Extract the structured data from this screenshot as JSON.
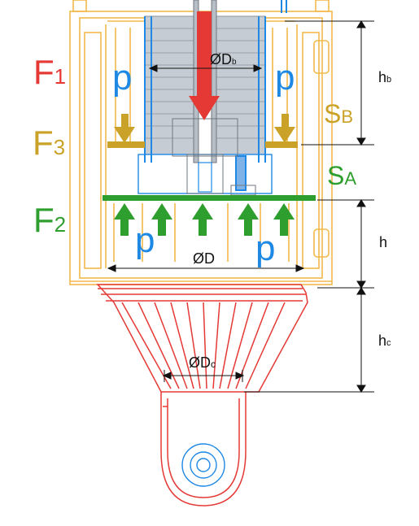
{
  "forces": {
    "f1": {
      "letter": "F",
      "sub": "1",
      "color": "#e53935"
    },
    "f3": {
      "letter": "F",
      "sub": "3",
      "color": "#c9a227"
    },
    "f2": {
      "letter": "F",
      "sub": "2",
      "color": "#2e9e2e"
    }
  },
  "pressure": {
    "symbol": "p",
    "color": "#1e88e5"
  },
  "surfaces": {
    "sb": {
      "letter": "S",
      "sub": "B",
      "color": "#c9a227"
    },
    "sa": {
      "letter": "S",
      "sub": "A",
      "color": "#2e9e2e"
    }
  },
  "dimensions": {
    "hb": {
      "letter": "h",
      "sub": "b"
    },
    "h": {
      "letter": "h"
    },
    "hc": {
      "letter": "h",
      "sub": "c"
    }
  },
  "diameters": {
    "db": {
      "symbol": "ØD",
      "sub": "b"
    },
    "d": {
      "symbol": "ØD"
    },
    "dc": {
      "symbol": "ØD",
      "sub": "c"
    }
  },
  "colors": {
    "housing": "#f2b84b",
    "casting": "#e53935",
    "piston": "#2e9e2e",
    "arrow_down": "#e53935",
    "arrow_side": "#c9a227",
    "arrow_up": "#2e9e2e",
    "bellows": "#9aa3ad",
    "tube": "#1e88e5"
  }
}
